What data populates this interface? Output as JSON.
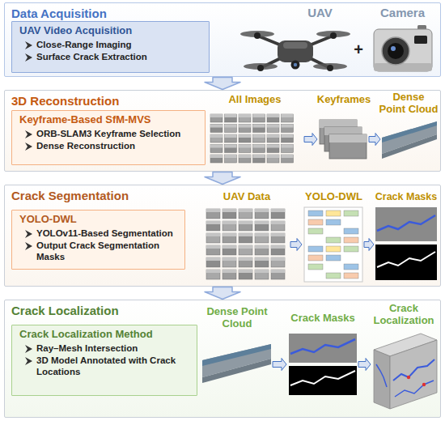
{
  "diagram": {
    "nodes": [
      {
        "text": [
          "Data Acquisition"
        ]
      },
      {
        "text": [
          "UAV Video Acquisition",
          "Close-Range Imaging",
          "Surface Crack Extraction"
        ],
        "in": 0
      },
      {
        "text": [
          "3D Reconstruction"
        ]
      },
      {
        "text": [
          "Keyframe-Based SfM-MVS",
          "ORB-SLAM3 Keyframe Selection",
          "Dense Reconstruction"
        ],
        "in": 2
      },
      {
        "text": [
          "Crack Segmentation"
        ]
      },
      {
        "text": [
          "YOLO-DWL",
          "YOLOv11-Based Segmentation",
          "Output Crack Segmentation Masks"
        ],
        "in": 4
      },
      {
        "text": [
          "Crack Localization"
        ]
      },
      {
        "text": [
          "Crack Localization Method",
          "Ray–Mesh Intersection",
          "3D Model Annotated with Crack Locations"
        ],
        "in": 6
      }
    ],
    "edges": [
      {
        "from": 0,
        "to": 2,
        "arrow": "to"
      },
      {
        "from": 2,
        "to": 4,
        "arrow": "to"
      },
      {
        "from": 4,
        "to": 6,
        "arrow": "to"
      }
    ],
    "labels": [
      "UAV",
      "Camera",
      "+",
      "All Images",
      "Keyframes",
      "Dense Point Cloud",
      "UAV Data",
      "YOLO-DWL",
      "Crack Masks",
      "Dense Point Cloud",
      "Crack Masks",
      "Crack Localization"
    ]
  }
}
